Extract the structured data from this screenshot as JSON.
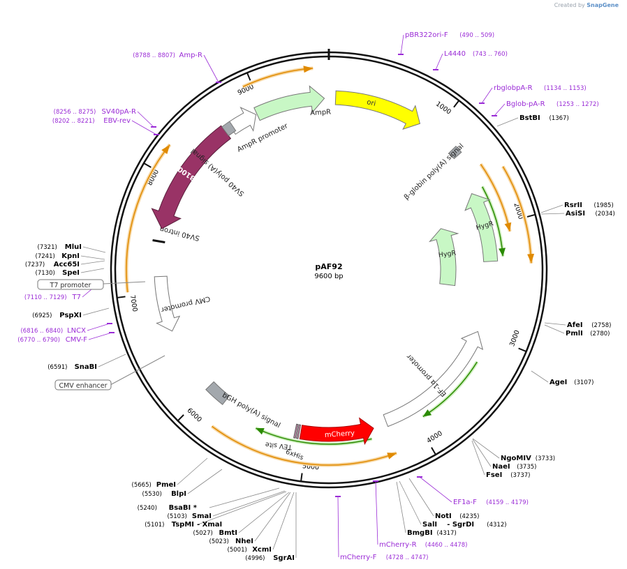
{
  "credit": {
    "prefix": "Created by",
    "brand": "SnapGene"
  },
  "plasmid": {
    "name": "pAF92",
    "size_label": "9600 bp",
    "length": 9600
  },
  "colors": {
    "backbone": "#111111",
    "primer": "#9a2bd6",
    "ori": "#ffff00",
    "resistance": "#c8f7c5",
    "promoter": "#ffffff",
    "polyA": "#a3a8ad",
    "sb100x": "#993366",
    "mcherry": "#ff0000",
    "orf_orange": "#e08a00",
    "orf_green": "#2a8a00"
  },
  "ticks": [
    "1000",
    "2000",
    "3000",
    "4000",
    "5000",
    "6000",
    "7000",
    "8000",
    "9000"
  ],
  "features": [
    {
      "id": "ori",
      "label": "ori"
    },
    {
      "id": "ampr",
      "label": "AmpR"
    },
    {
      "id": "ampr_prom",
      "label": "AmpR promoter"
    },
    {
      "id": "bglobin",
      "label": "β-globin poly(A) signal"
    },
    {
      "id": "hygr1",
      "label": "HygR"
    },
    {
      "id": "hygr2",
      "label": "HygR"
    },
    {
      "id": "sv40pa",
      "label": "SV40 poly(A) signal"
    },
    {
      "id": "sb100x",
      "label": "SB100X"
    },
    {
      "id": "sv40intron",
      "label": "SV40 intron"
    },
    {
      "id": "cmvprom",
      "label": "CMV promoter"
    },
    {
      "id": "bgh",
      "label": "bGH poly(A) signal"
    },
    {
      "id": "tev",
      "label": "TEV site"
    },
    {
      "id": "his",
      "label": "6xHis"
    },
    {
      "id": "mcherry",
      "label": "mCherry"
    },
    {
      "id": "ef1a",
      "label": "EF-1α promoter"
    }
  ],
  "primers": [
    {
      "name": "pBR322ori-F",
      "range": "(490 .. 509)"
    },
    {
      "name": "L4440",
      "range": "(743 .. 760)"
    },
    {
      "name": "rbglobpA-R",
      "range": "(1134 .. 1153)"
    },
    {
      "name": "Bglob-pA-R",
      "range": "(1253 .. 1272)"
    },
    {
      "name": "Amp-R",
      "range": "(8788 .. 8807)"
    },
    {
      "name": "SV40pA-R",
      "range": "(8256 .. 8275)"
    },
    {
      "name": "EBV-rev",
      "range": "(8202 .. 8221)"
    },
    {
      "name": "T7",
      "range": "(7110 .. 7129)"
    },
    {
      "name": "LNCX",
      "range": "(6816 .. 6840)"
    },
    {
      "name": "CMV-F",
      "range": "(6770 .. 6790)"
    },
    {
      "name": "EF1a-F",
      "range": "(4159 .. 4179)"
    },
    {
      "name": "mCherry-R",
      "range": "(4460 .. 4478)"
    },
    {
      "name": "mCherry-F",
      "range": "(4728 .. 4747)"
    }
  ],
  "sites_right": [
    {
      "name": "BstBI",
      "pos": "(1367)"
    },
    {
      "name": "RsrII",
      "pos": "(1985)"
    },
    {
      "name": "AsiSI",
      "pos": "(2034)"
    },
    {
      "name": "AfeI",
      "pos": "(2758)"
    },
    {
      "name": "PmlI",
      "pos": "(2780)"
    },
    {
      "name": "AgeI",
      "pos": "(3107)"
    },
    {
      "name": "NgoMIV",
      "pos": "(3733)"
    },
    {
      "name": "NaeI",
      "pos": "(3735)"
    },
    {
      "name": "FseI",
      "pos": "(3737)"
    },
    {
      "name": "NotI",
      "pos": "(4235)"
    },
    {
      "name": "SalI",
      "extra": "SgrDI",
      "pos": "(4312)"
    },
    {
      "name": "BmgBI",
      "pos": "(4317)"
    }
  ],
  "sites_left": [
    {
      "name": "MluI",
      "pos": "(7321)"
    },
    {
      "name": "KpnI",
      "pos": "(7241)"
    },
    {
      "name": "Acc65I",
      "pos": "(7237)"
    },
    {
      "name": "SpeI",
      "pos": "(7130)"
    },
    {
      "name": "PspXI",
      "pos": "(6925)"
    },
    {
      "name": "SnaBI",
      "pos": "(6591)"
    },
    {
      "name": "PmeI",
      "pos": "(5665)"
    },
    {
      "name": "BlpI",
      "pos": "(5530)"
    },
    {
      "name": "BsaBI *",
      "pos": "(5240)"
    },
    {
      "name": "SmaI",
      "pos": "(5103)"
    },
    {
      "name": "TspMI",
      "extra": "XmaI",
      "pos": "(5101)"
    },
    {
      "name": "BmtI",
      "pos": "(5027)"
    },
    {
      "name": "NheI",
      "pos": "(5023)"
    },
    {
      "name": "XcmI",
      "pos": "(5001)"
    },
    {
      "name": "SgrAI",
      "pos": "(4996)"
    }
  ],
  "boxed_labels": [
    "T7 promoter",
    "CMV enhancer"
  ]
}
